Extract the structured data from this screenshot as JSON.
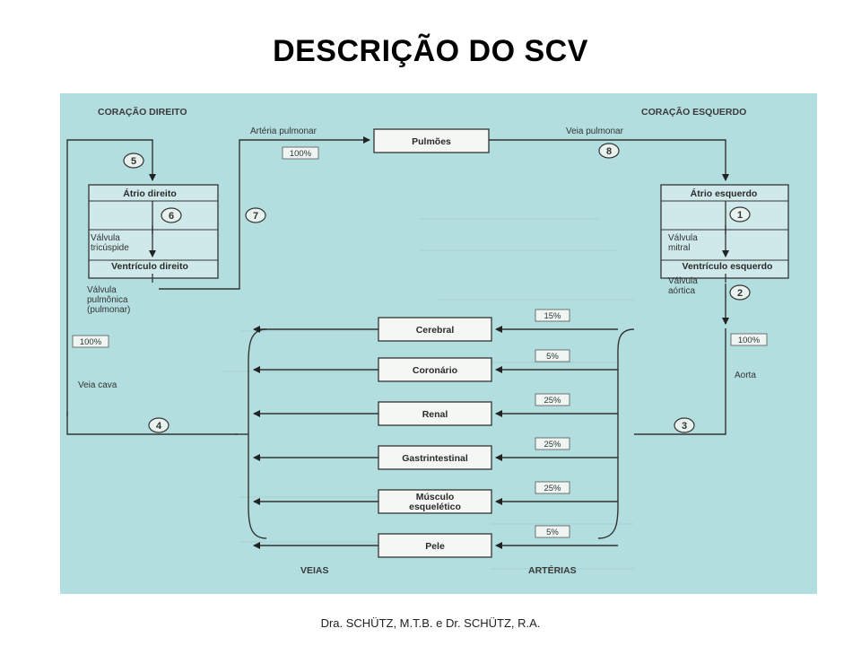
{
  "title": "DESCRIÇÃO DO SCV",
  "footer": "Dra. SCHÜTZ, M.T.B. e Dr. SCHÜTZ, R.A.",
  "diagram": {
    "headers": {
      "right_heart": "CORAÇÃO DIREITO",
      "left_heart": "CORAÇÃO ESQUERDO",
      "veins": "VEIAS",
      "arteries": "ARTÉRIAS"
    },
    "lungs": "Pulmões",
    "right_atrium": "Átrio direito",
    "right_ventricle": "Ventrículo direito",
    "left_atrium": "Átrio esquerdo",
    "left_ventricle": "Ventrículo esquerdo",
    "tricuspid_valve": [
      "Válvula",
      "tricúspide"
    ],
    "mitral_valve": [
      "Válvula",
      "mitral"
    ],
    "pulmonic_valve": [
      "Válvula",
      "pulmônica",
      "(pulmonar)"
    ],
    "aortic_valve": [
      "Válvula",
      "aórtica"
    ],
    "pulmonary_artery": "Artéria pulmonar",
    "pulmonary_vein": "Veia pulmonar",
    "vena_cava": "Veia cava",
    "aorta": "Aorta",
    "pct_pulmonary": "100%",
    "pct_cava": "100%",
    "pct_aorta": "100%",
    "steps": [
      "1",
      "2",
      "3",
      "4",
      "5",
      "6",
      "7",
      "8"
    ],
    "organs": [
      {
        "name": [
          "Cerebral"
        ],
        "pct": "15%"
      },
      {
        "name": [
          "Coronário"
        ],
        "pct": "5%"
      },
      {
        "name": [
          "Renal"
        ],
        "pct": "25%"
      },
      {
        "name": [
          "Gastrintestinal"
        ],
        "pct": "25%"
      },
      {
        "name": [
          "Músculo",
          "esquelético"
        ],
        "pct": "25%"
      },
      {
        "name": [
          "Pele"
        ],
        "pct": "5%"
      }
    ]
  }
}
